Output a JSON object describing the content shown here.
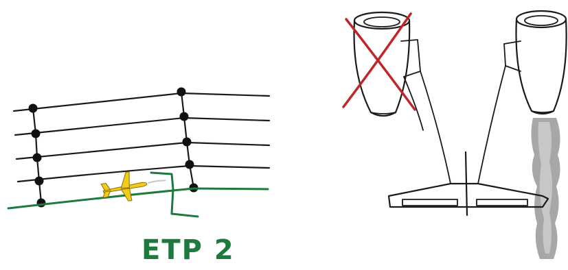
{
  "colors": {
    "ink": "#1a1a1a",
    "track_green": "#1e7a3c",
    "aircraft_yellow": "#f2cc1a",
    "cross_red": "#c0252a",
    "exhaust_grey": "#8a8a8a"
  },
  "left_panel": {
    "label": "ETP 2",
    "icons": [
      "airway-network-diagram",
      "aircraft-icon",
      "green-route-line"
    ]
  },
  "right_panel": {
    "icons": [
      "engine-failed-left",
      "engine-operating-right",
      "exhaust-plume",
      "red-cross-icon",
      "tailplane"
    ]
  }
}
